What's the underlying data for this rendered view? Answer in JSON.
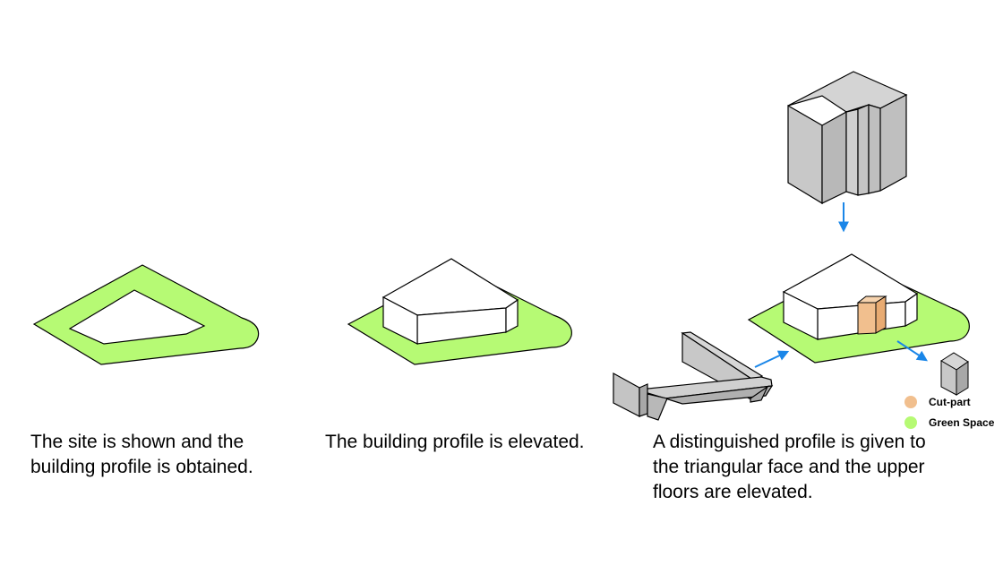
{
  "colors": {
    "green_space": "#b6fa74",
    "cut_part": "#f1bf8e",
    "grey_mass": "#c6c6c6",
    "arrow": "#1a86e8",
    "outline": "#000000"
  },
  "steps": [
    {
      "lines": [
        "The site is shown and the",
        "building profile is obtained."
      ]
    },
    {
      "lines": [
        "The building profile is elevated."
      ]
    },
    {
      "lines": [
        "A distinguished profile is given to",
        "the triangular face and the upper",
        "floors are elevated."
      ]
    }
  ],
  "legend": {
    "items": [
      {
        "label": "Cut-part",
        "color": "#f1bf8e"
      },
      {
        "label": "Green Space",
        "color": "#b6fa74"
      }
    ]
  }
}
